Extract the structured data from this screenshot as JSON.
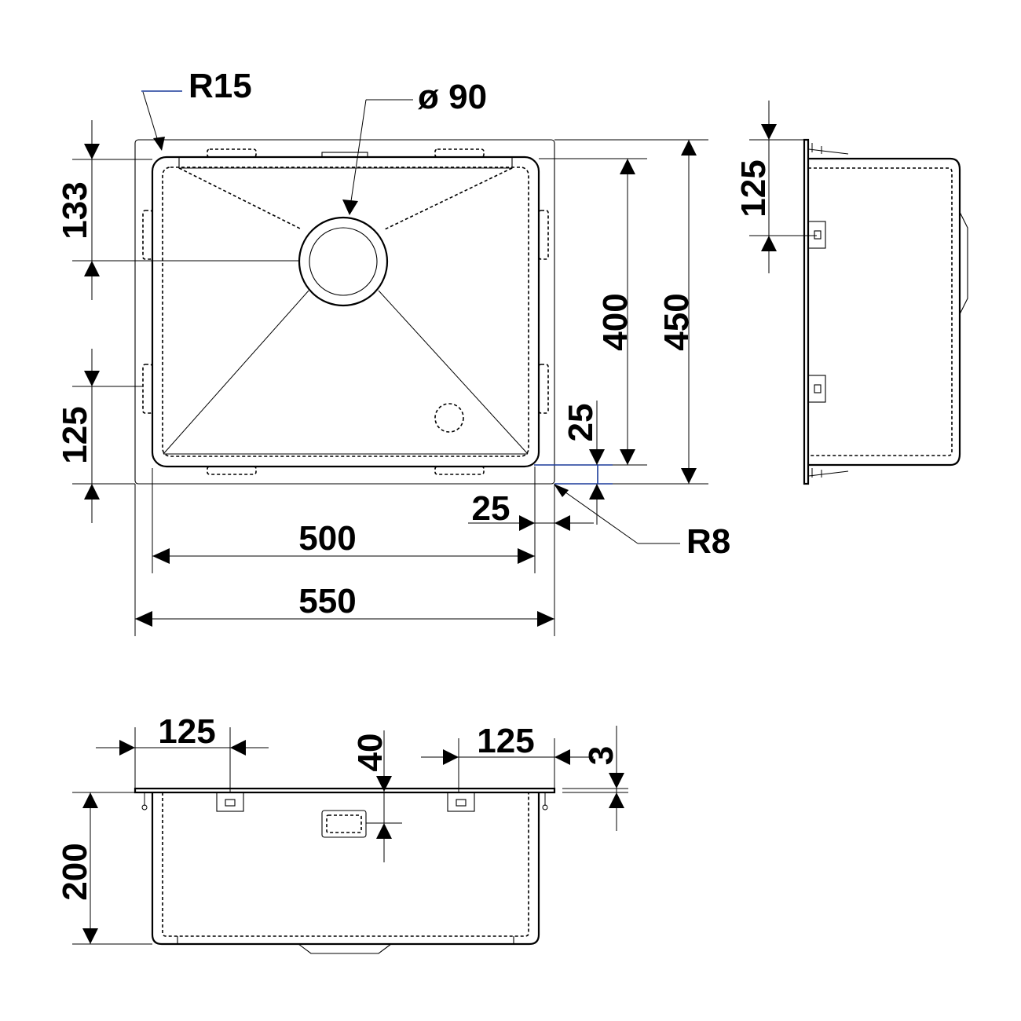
{
  "dimensions": {
    "corner_radius_outer": "R15",
    "drain_diameter": "ø 90",
    "drain_offset_top": "133",
    "clip_offset_left": "125",
    "bowl_depth_inner": "400",
    "overall_depth": "450",
    "side_clip_offset": "125",
    "rim_front": "25",
    "rim_side": "25",
    "corner_radius_inner": "R8",
    "bowl_width_inner": "500",
    "overall_width": "550",
    "front_clip_left": "125",
    "front_clip_right": "125",
    "overflow_offset": "40",
    "flange_thickness": "3",
    "bowl_height": "200"
  },
  "colors": {
    "line": "#000000",
    "leader_accent": "#1a3a9a",
    "background": "#ffffff"
  }
}
